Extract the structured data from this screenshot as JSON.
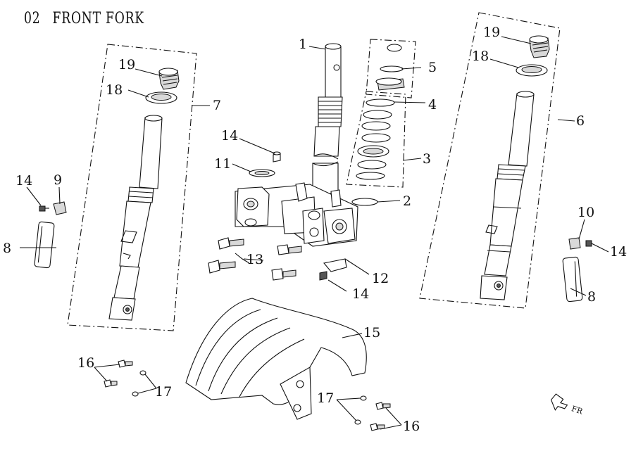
{
  "title": {
    "number": "02",
    "text": "FRONT FORK"
  },
  "callouts": {
    "c1": "1",
    "c2": "2",
    "c3": "3",
    "c4": "4",
    "c5": "5",
    "c6": "6",
    "c7": "7",
    "c8a": "8",
    "c8b": "8",
    "c9": "9",
    "c10": "10",
    "c11": "11",
    "c12": "12",
    "c13": "13",
    "c14a": "14",
    "c14b": "14",
    "c14c": "14",
    "c14d": "14",
    "c15": "15",
    "c16a": "16",
    "c16b": "16",
    "c17a": "17",
    "c17b": "17",
    "c18a": "18",
    "c18b": "18",
    "c19a": "19",
    "c19b": "19"
  },
  "direction_marker": {
    "text": "FR"
  },
  "colors": {
    "ink": "#111111",
    "fill": "#ffffff",
    "shade": "#d9d9d9"
  }
}
